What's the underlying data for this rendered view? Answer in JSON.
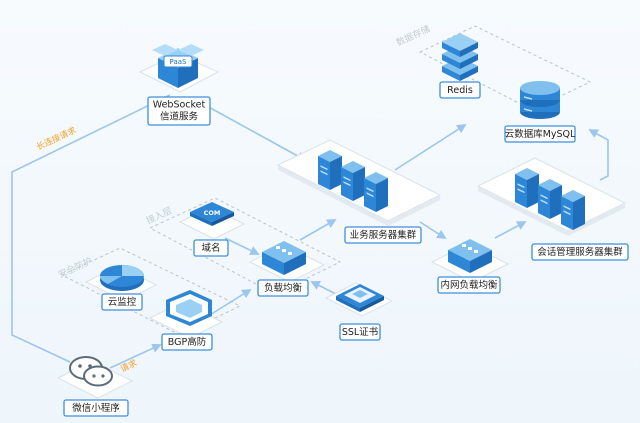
{
  "labels": {
    "websocket_line1": "WebSocket",
    "websocket_line2": "信道服务",
    "paas": "PaaS",
    "redis": "Redis",
    "mysql": "云数据库MySQL",
    "business_cluster": "业务服务器集群",
    "session_cluster": "会话管理服务器集群",
    "inner_lb": "内网负载均衡",
    "domain": "域名",
    "domain_icon_text": "COM",
    "load_balancer": "负载均衡",
    "ssl": "SSL证书",
    "cloud_monitor": "云监控",
    "bgp": "BGP高防",
    "wechat_app": "微信小程序"
  },
  "zones": {
    "data_storage": "数据存储",
    "access_layer": "接入层",
    "security": "安全防护"
  },
  "edges": {
    "websocket_request": "长连接请求",
    "request": "请求"
  },
  "colors": {
    "accent": "#3f8fdd",
    "orange": "#f5a12a",
    "flow": "#9cc6ec"
  }
}
